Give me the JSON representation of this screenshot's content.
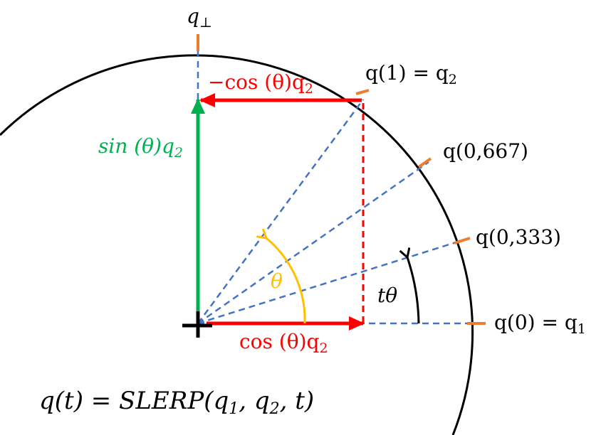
{
  "diagram": {
    "labels": {
      "q_perp_main": "q",
      "q_perp_sub": "⊥",
      "q1_main": "q(1) = q",
      "q1_sub": "2",
      "q0667": "q(0,667)",
      "q0333": "q(0,333)",
      "q0_main": "q(0) = q",
      "q0_sub": "1",
      "neg_cos_main": "−cos (θ)q",
      "neg_cos_sub": "2",
      "sin_main": "sin (θ)q",
      "sin_sub": "2",
      "cos_main": "cos (θ)q",
      "cos_sub": "2",
      "theta": "θ",
      "t_theta": "tθ",
      "formula_a": "q(t) = SLERP(q",
      "formula_sub1": "1",
      "formula_b": ", q",
      "formula_sub2": "2",
      "formula_c": ", t)"
    },
    "colors": {
      "circle": "#000000",
      "dashed_blue": "#4472c4",
      "tick_orange": "#ed7d31",
      "vector_red": "#ff0000",
      "vector_green": "#00b050",
      "angle_yellow": "#ffc000",
      "text_black": "#000000"
    }
  }
}
